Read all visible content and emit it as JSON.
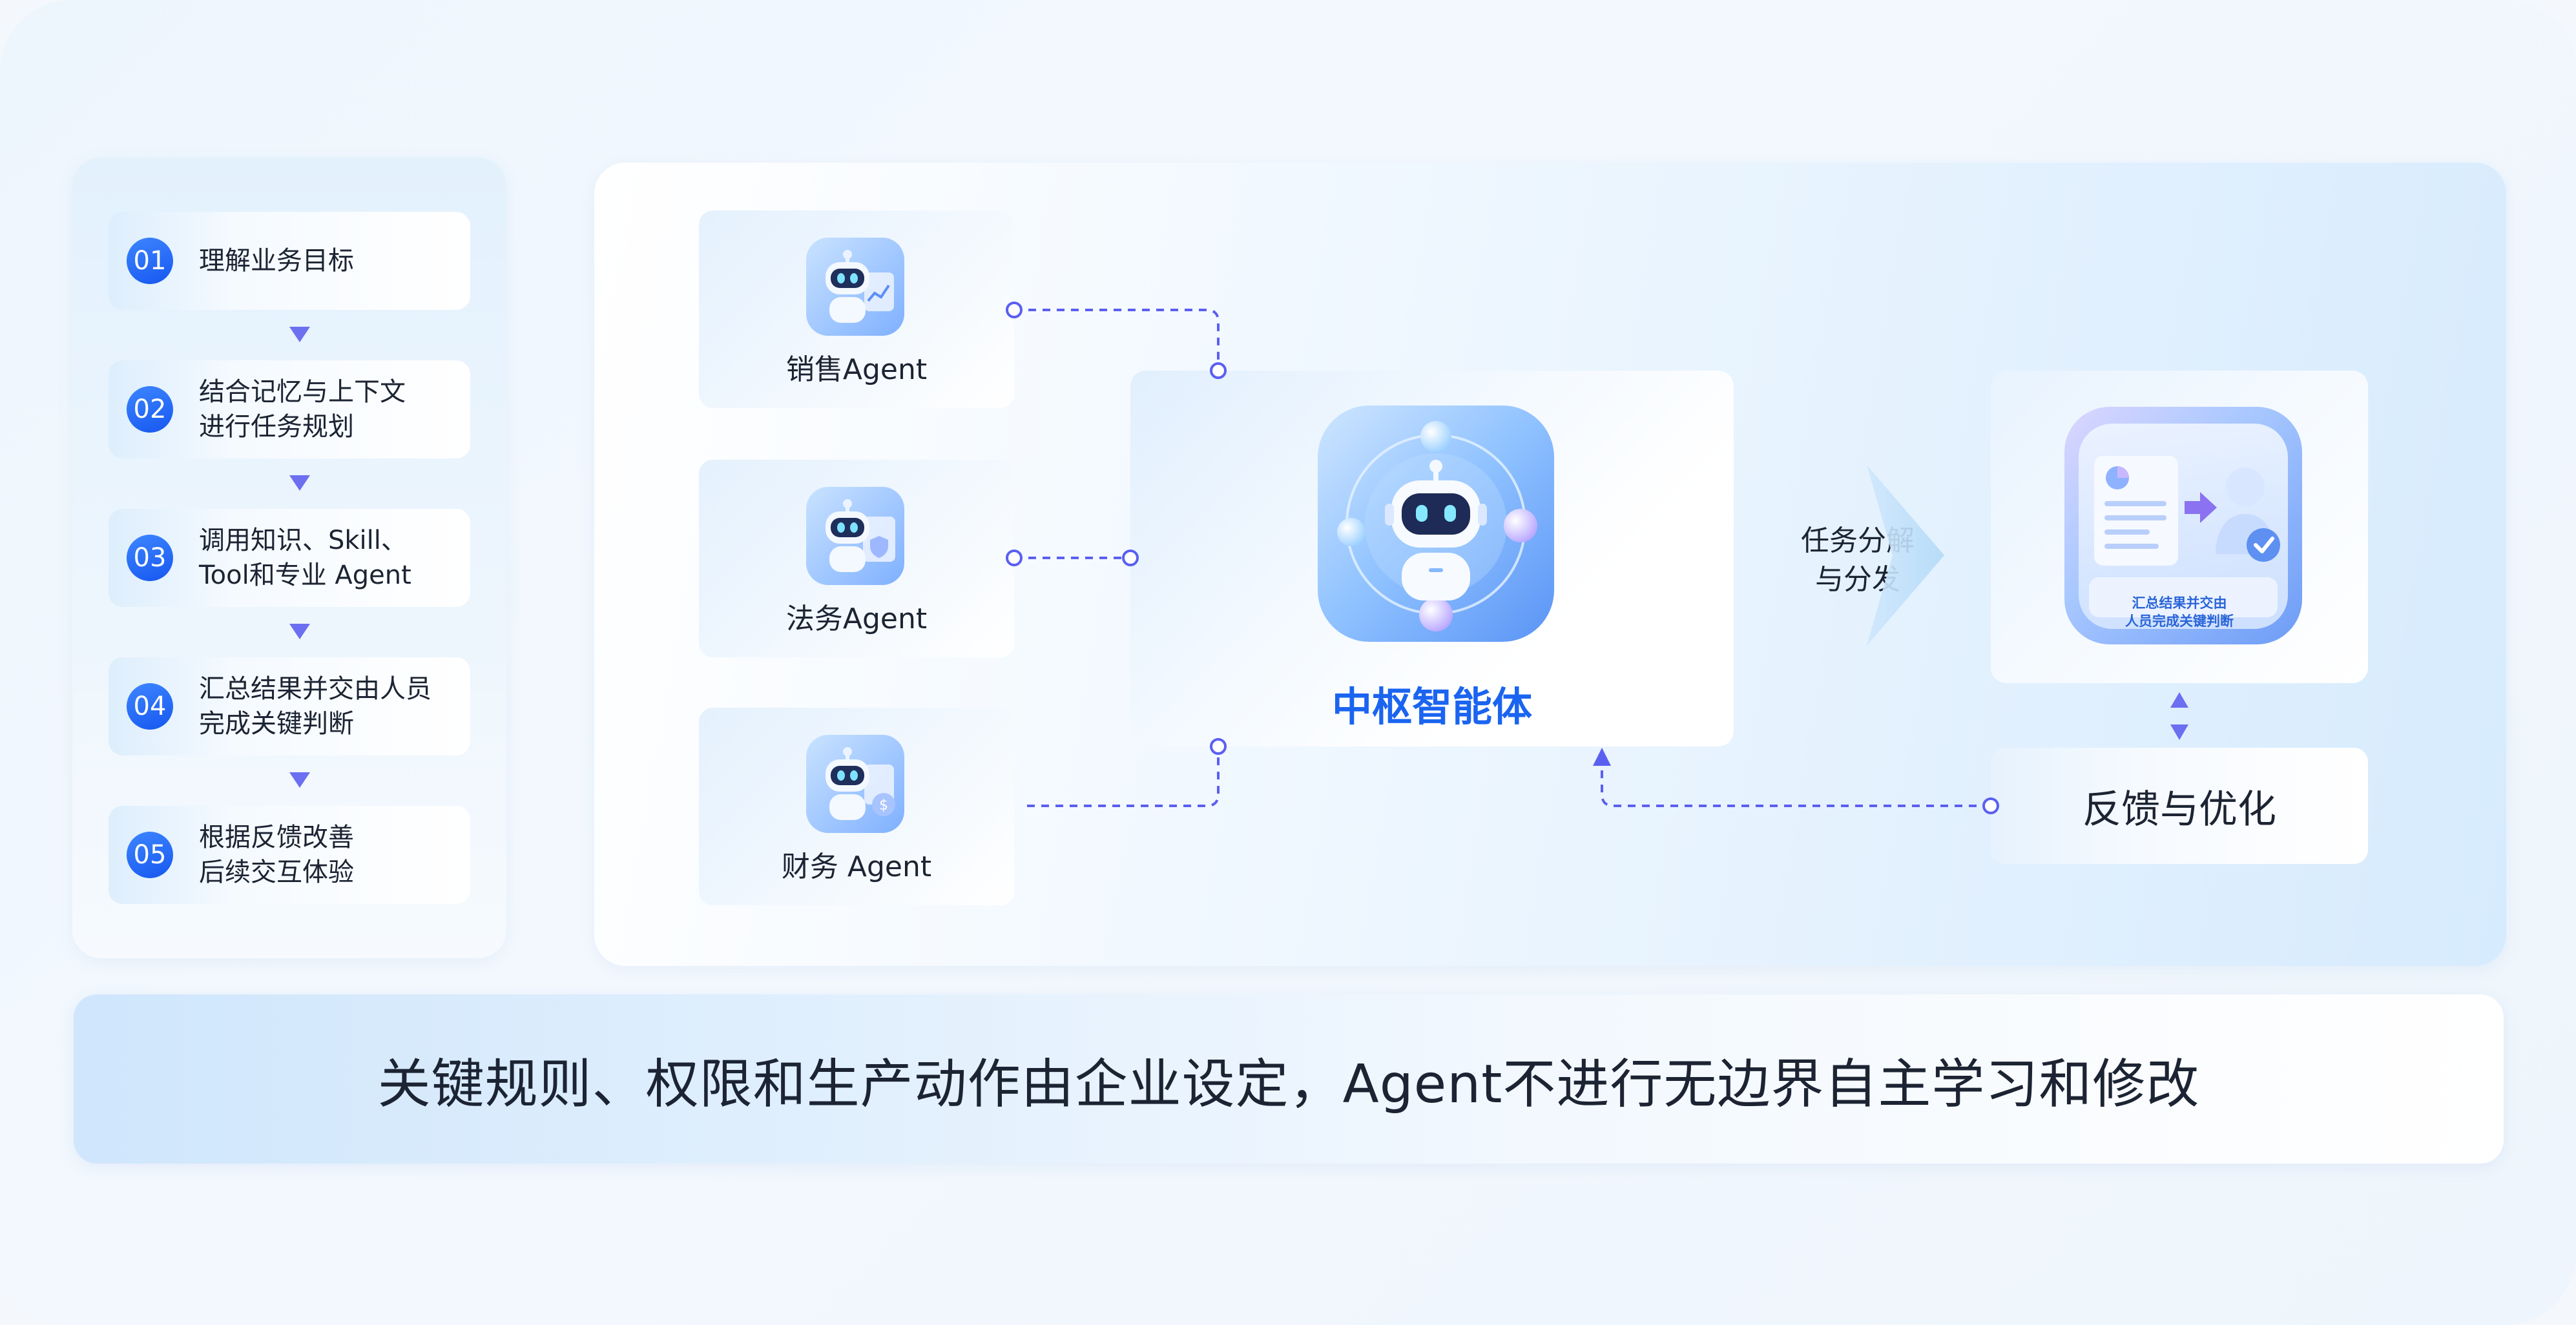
{
  "steps": [
    {
      "num": "01",
      "line1": "理解业务目标",
      "line2": ""
    },
    {
      "num": "02",
      "line1": "结合记忆与上下文",
      "line2": "进行任务规划"
    },
    {
      "num": "03",
      "line1": "调用知识、Skill、",
      "line2": "Tool和专业 Agent"
    },
    {
      "num": "04",
      "line1": "汇总结果并交由人员",
      "line2": "完成关键判断"
    },
    {
      "num": "05",
      "line1": "根据反馈改善",
      "line2": "后续交互体验"
    }
  ],
  "agents": [
    {
      "label": "销售Agent",
      "icon": "sales-robot-icon"
    },
    {
      "label": "法务Agent",
      "icon": "legal-robot-icon"
    },
    {
      "label": "财务 Agent",
      "icon": "finance-robot-icon"
    }
  ],
  "hub": {
    "label": "中枢智能体",
    "icon": "central-robot-icon"
  },
  "split": {
    "line1": "任务分解",
    "line2": "与分发"
  },
  "result": {
    "line1": "汇总结果并交由",
    "line2": "人员完成关键判断",
    "icon": "report-review-icon"
  },
  "feedback": {
    "label": "反馈与优化"
  },
  "footer": {
    "text": "关键规则、权限和生产动作由企业设定，Agent不进行无边界自主学习和修改"
  },
  "colors": {
    "accent": "#1b64f0",
    "connector": "#5b5ff0",
    "step_badge": "#2468f5"
  }
}
